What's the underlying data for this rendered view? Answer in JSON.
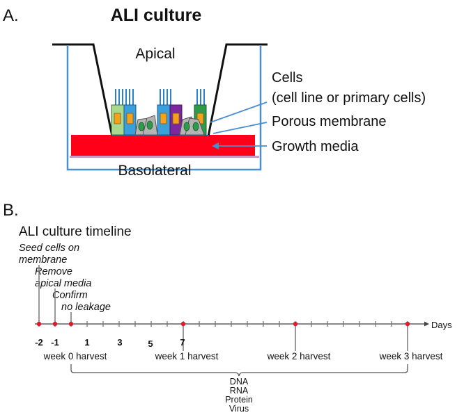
{
  "panel_a": {
    "letter": "A.",
    "title": "ALI culture",
    "apical": "Apical",
    "basolateral": "Basolateral",
    "cells_label": "Cells",
    "cells_sub": "(cell line or primary cells)",
    "membrane_label": "Porous membrane",
    "media_label": "Growth media",
    "colors": {
      "media": "#ff0018",
      "well": "#4a8fd0",
      "wall": "#111111",
      "pointer": "#4a8fd0",
      "cell_green": "#a9d88f",
      "cell_blue": "#3aa0dc",
      "cell_purple": "#7a2a9a",
      "cell_darkgreen": "#2e9a4a",
      "cell_gray": "#b4b4b4",
      "nucleus": "#f4a21e",
      "cilia": "#2a7fd0"
    }
  },
  "panel_b": {
    "letter": "B.",
    "title": "ALI culture timeline",
    "events": [
      {
        "lines": [
          "Seed cells on",
          "membrane"
        ]
      },
      {
        "lines": [
          "Remove",
          "apical media"
        ]
      },
      {
        "lines": [
          "Confirm",
          "no leakage"
        ]
      }
    ],
    "axis_label": "Days",
    "day_labels": [
      {
        "text": "-2",
        "day": -2
      },
      {
        "text": "-1",
        "day": -1
      },
      {
        "text": "1",
        "day": 1
      },
      {
        "text": "3",
        "day": 3
      },
      {
        "text": "5",
        "day": 5
      },
      {
        "text": "7",
        "day": 7
      }
    ],
    "harvests": [
      {
        "label": "week 0 harvest",
        "day": 0
      },
      {
        "label": "week 1 harvest",
        "day": 7
      },
      {
        "label": "week 2 harvest",
        "day": 14
      },
      {
        "label": "week 3 harvest",
        "day": 21
      }
    ],
    "outputs": [
      "DNA",
      "RNA",
      "Protein",
      "Virus"
    ],
    "day_range": [
      -2,
      21
    ],
    "colors": {
      "axis": "#777777",
      "marker": "#e0192b"
    }
  }
}
